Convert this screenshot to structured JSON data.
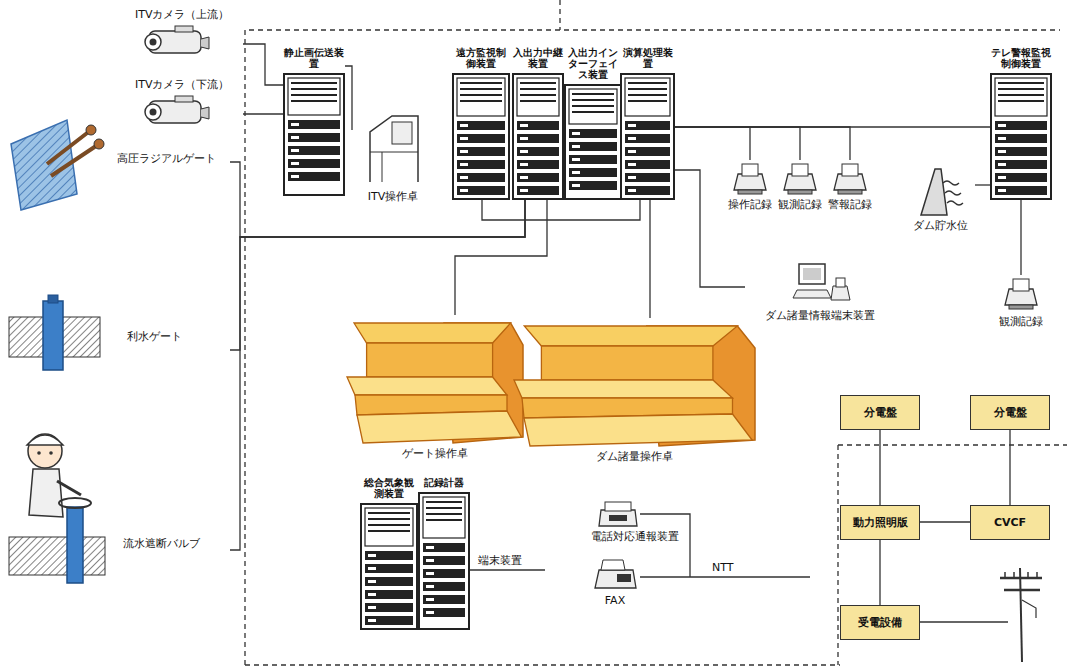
{
  "diagram": {
    "nodes": [
      {
        "text": [
          "ITVカメラ（上流）"
        ]
      },
      {
        "text": [
          "ITVカメラ（下流）"
        ]
      },
      {
        "text": [
          "高圧ラジアルゲート"
        ]
      },
      {
        "text": [
          "利水ゲート"
        ]
      },
      {
        "text": [
          "流水遮断バルブ"
        ]
      },
      {
        "text": [
          "静止画伝送装置"
        ]
      },
      {
        "text": [
          "ITV操作卓"
        ]
      },
      {
        "text": [
          "遠方監視制御装置"
        ]
      },
      {
        "text": [
          "入出力中継装置"
        ]
      },
      {
        "text": [
          "入出力インターフェイス装置"
        ]
      },
      {
        "text": [
          "演算処理装置"
        ]
      },
      {
        "text": [
          "テレ警報監視制御装置"
        ]
      },
      {
        "text": [
          "操作記録"
        ]
      },
      {
        "text": [
          "観測記録"
        ]
      },
      {
        "text": [
          "警報記録"
        ]
      },
      {
        "text": [
          "ダム貯水位"
        ]
      },
      {
        "text": [
          "ダム諸量情報端末装置"
        ]
      },
      {
        "text": [
          "観測記録"
        ]
      },
      {
        "text": [
          "ゲート操作卓"
        ]
      },
      {
        "text": [
          "ダム諸量操作卓"
        ]
      },
      {
        "text": [
          "総合気象観測装置"
        ]
      },
      {
        "text": [
          "記録計器"
        ]
      },
      {
        "text": [
          "電話対応通報装置"
        ]
      },
      {
        "text": [
          "FAX"
        ]
      },
      {
        "text": [
          "分電盤"
        ]
      },
      {
        "text": [
          "分電盤"
        ]
      },
      {
        "text": [
          "動力照明版"
        ]
      },
      {
        "text": [
          "CVCF"
        ]
      },
      {
        "text": [
          "受電設備"
        ]
      }
    ],
    "edges": [
      {
        "from": 0,
        "to": 5,
        "arrow": "none"
      },
      {
        "from": 1,
        "to": 5,
        "arrow": "none"
      },
      {
        "from": 5,
        "to": 6,
        "arrow": "none"
      },
      {
        "from": 2,
        "to": 8,
        "arrow": "none"
      },
      {
        "from": 3,
        "to": 8,
        "arrow": "none"
      },
      {
        "from": 4,
        "to": 8,
        "arrow": "none"
      },
      {
        "from": 7,
        "to": 10,
        "arrow": "none"
      },
      {
        "from": 8,
        "to": 18,
        "arrow": "none"
      },
      {
        "from": 10,
        "to": 19,
        "arrow": "none"
      },
      {
        "from": 10,
        "to": 11,
        "arrow": "none"
      },
      {
        "from": 10,
        "to": 12,
        "arrow": "none"
      },
      {
        "from": 10,
        "to": 13,
        "arrow": "none"
      },
      {
        "from": 10,
        "to": 14,
        "arrow": "none"
      },
      {
        "from": 10,
        "to": 16,
        "arrow": "none"
      },
      {
        "from": 11,
        "to": 17,
        "arrow": "none"
      },
      {
        "from": 15,
        "to": 11,
        "arrow": "none"
      },
      {
        "from": 24,
        "to": 26,
        "arrow": "none"
      },
      {
        "from": 25,
        "to": 27,
        "arrow": "none"
      },
      {
        "from": 26,
        "to": 27,
        "arrow": "none"
      },
      {
        "from": 26,
        "to": 28,
        "arrow": "none"
      }
    ],
    "labels": [
      "端末装置",
      "NTT"
    ]
  }
}
